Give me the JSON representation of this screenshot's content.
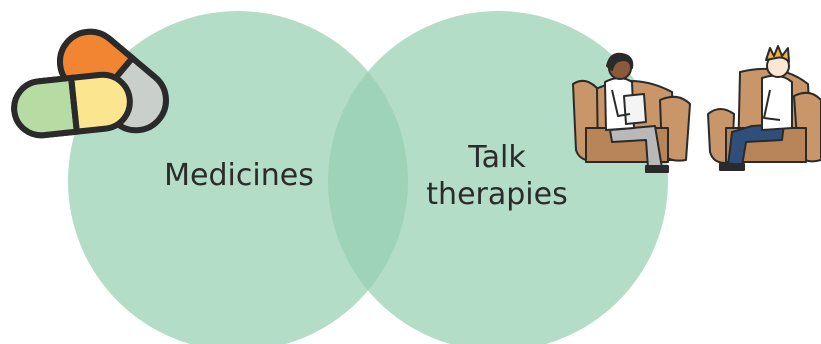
{
  "venn": {
    "left_label": "Medicines",
    "right_label_line1": "Talk",
    "right_label_line2": "therapies"
  },
  "colors": {
    "circle_fill": "#b3ddc7",
    "overlap_fill": "#9fd3b7",
    "text": "#2b2b2b",
    "pill_orange": "#f28532",
    "pill_gray": "#c9cfca",
    "pill_green": "#b6dba3",
    "pill_yellow": "#fbe58f",
    "chair": "#c9966a",
    "shirt": "#ffffff",
    "trousers_gray": "#b9b9b9",
    "jeans": "#2f4f7a",
    "hair_yellow": "#f3b23a",
    "skin_dark": "#8a5a3a",
    "skin_light": "#fbe7d3"
  },
  "icons": {
    "pills": "pill-capsules-icon",
    "therapist": "therapist-in-armchair-icon",
    "patient": "patient-in-armchair-icon"
  }
}
